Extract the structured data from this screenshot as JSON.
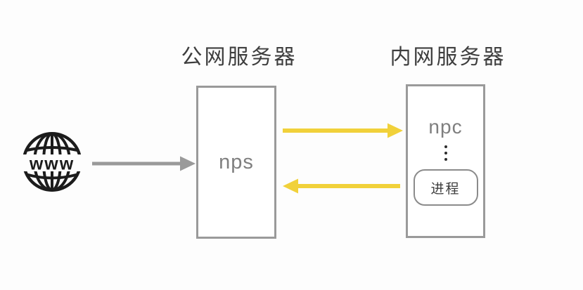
{
  "diagram": {
    "titles": {
      "public_server": "公网服务器",
      "private_server": "内网服务器"
    },
    "nodes": {
      "internet": {
        "icon": "www-globe-icon",
        "label": "www"
      },
      "nps": {
        "label": "nps"
      },
      "npc": {
        "label": "npc",
        "ellipsis": "⋮",
        "process_label": "进程"
      }
    },
    "arrows": [
      {
        "name": "internet-to-nps",
        "from": "www",
        "to": "nps",
        "direction": "right",
        "color_key": "gray_arrow"
      },
      {
        "name": "nps-to-npc",
        "from": "nps",
        "to": "npc",
        "direction": "right",
        "color_key": "yellow_arrow"
      },
      {
        "name": "npc-to-nps",
        "from": "npc",
        "to": "nps",
        "direction": "left",
        "color_key": "yellow_arrow"
      }
    ],
    "colors": {
      "background": "#fdfdfd",
      "box_border": "#9a9a9a",
      "gray_arrow": "#9a9a9a",
      "yellow_arrow": "#f1d13a",
      "node_text": "#7f7f7f",
      "title_text": "#3e3e3e",
      "icon_black": "#1c1c1c"
    }
  }
}
